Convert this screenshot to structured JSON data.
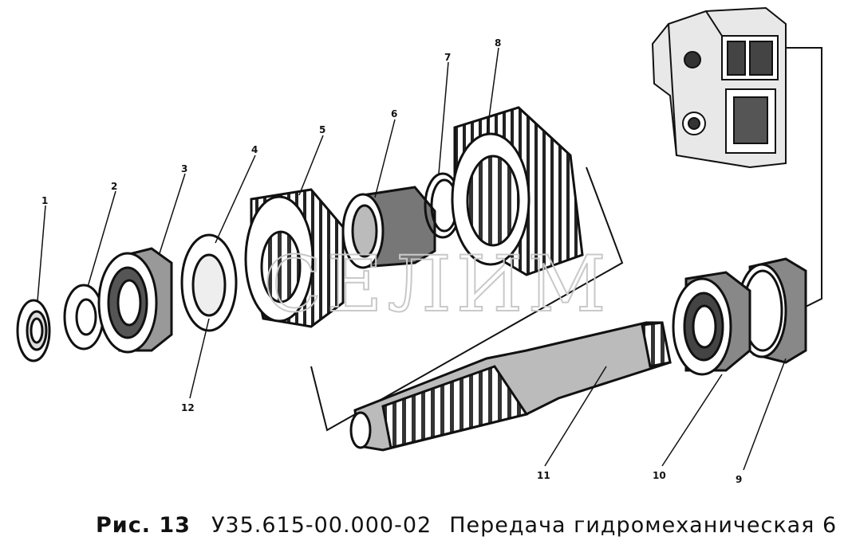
{
  "caption": {
    "figure": "Рис. 13",
    "code": "У35.615-00.000-02",
    "title": "Передача гидромеханическая 6"
  },
  "watermark": "СЕЛИМ",
  "callouts": [
    "1",
    "2",
    "3",
    "4",
    "5",
    "6",
    "7",
    "8",
    "9",
    "10",
    "11",
    "12"
  ],
  "colors": {
    "ink": "#111111",
    "paper": "#ffffff",
    "watermark": "#c9c9c9"
  }
}
